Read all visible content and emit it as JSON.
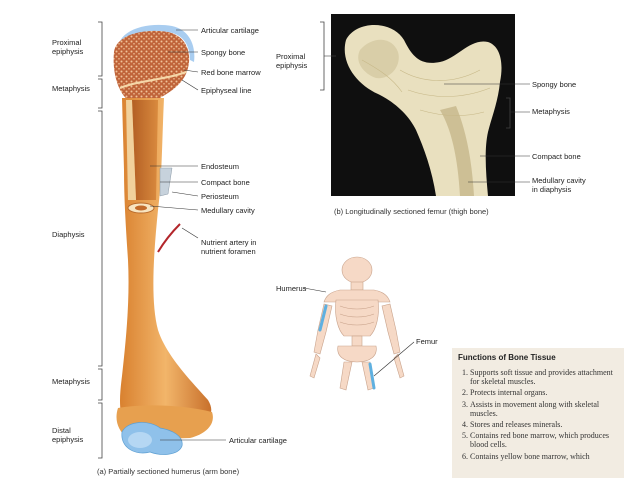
{
  "humerus": {
    "labels": {
      "articular_cartilage_top": "Articular cartilage",
      "spongy_bone": "Spongy bone",
      "red_bone_marrow": "Red bone marrow",
      "epiphyseal_line": "Epiphyseal line",
      "endosteum": "Endosteum",
      "compact_bone": "Compact bone",
      "periosteum": "Periosteum",
      "medullary_cavity": "Medullary cavity",
      "nutrient_artery": "Nutrient artery in\nnutrient foramen",
      "articular_cartilage_bottom": "Articular cartilage"
    },
    "regions": {
      "proximal_epiphysis": "Proximal\nepiphysis",
      "metaphysis_top": "Metaphysis",
      "diaphysis": "Diaphysis",
      "metaphysis_bottom": "Metaphysis",
      "distal_epiphysis": "Distal\nepiphysis"
    },
    "caption": "(a) Partially sectioned humerus (arm bone)"
  },
  "femur": {
    "region_label": "Proximal\nepiphysis",
    "labels": {
      "spongy_bone": "Spongy bone",
      "metaphysis": "Metaphysis",
      "compact_bone": "Compact bone",
      "medullary_cavity": "Medullary cavity\nin diaphysis"
    },
    "caption": "(b) Longitudinally sectioned femur (thigh bone)"
  },
  "skeleton": {
    "labels": {
      "humerus": "Humerus",
      "femur": "Femur"
    }
  },
  "functions": {
    "title": "Functions of Bone Tissue",
    "items": [
      "Supports soft tissue and provides attachment for skeletal muscles.",
      "Protects internal organs.",
      "Assists in movement along with skeletal muscles.",
      "Stores and releases minerals.",
      "Contains red bone marrow, which produces blood cells.",
      "Contains yellow bone marrow, which"
    ]
  },
  "colors": {
    "bone": "#e7a04f",
    "bone_light": "#f5c887",
    "spongy": "#b5552a",
    "cartilage": "#a9cdf0",
    "femur_bg": "#0f0f0f",
    "femur_bone": "#e9e0bf",
    "panel": "#f2ece2",
    "highlight": "#5fb0e0"
  }
}
